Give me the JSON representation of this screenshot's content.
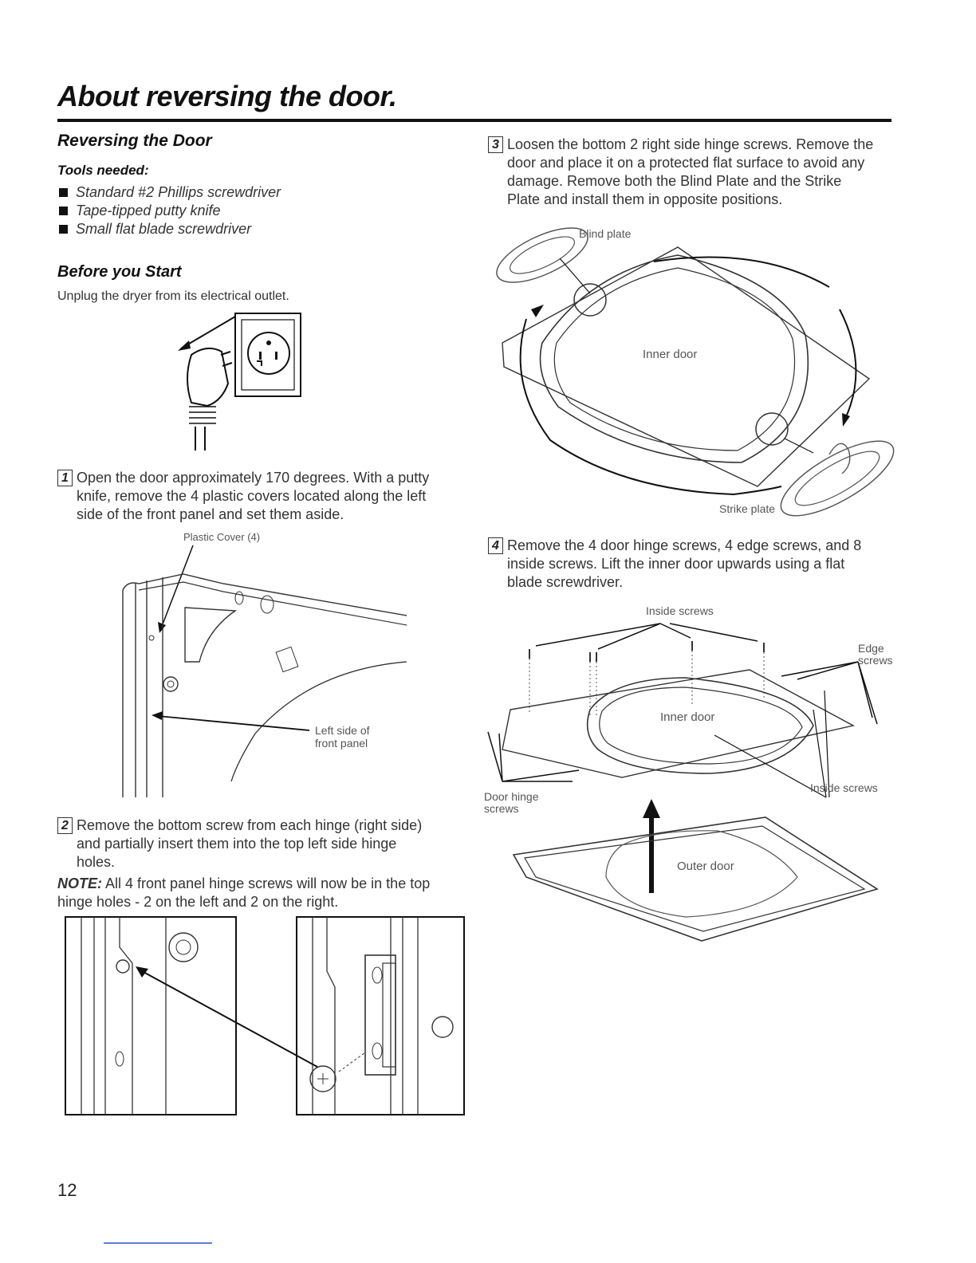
{
  "page_title": "About reversing the door.",
  "left": {
    "section_title": "Reversing the Door",
    "tools_heading": "Tools needed:",
    "tools": [
      "Standard #2 Phillips screwdriver",
      "Tape-tipped putty knife",
      "Small flat blade screwdriver"
    ],
    "before_heading": "Before you Start",
    "before_text": "Unplug the dryer from its electrical outlet.",
    "step1": {
      "number": "1",
      "lines": [
        "Open the door approximately 170 degrees. With a putty",
        "knife, remove the 4 plastic covers located along the left",
        "side of the front panel and set them aside."
      ]
    },
    "fig1": {
      "plastic_cover_label": "Plastic Cover (4)",
      "left_side_label_1": "Left side of",
      "left_side_label_2": "front panel"
    },
    "step2": {
      "number": "2",
      "lines": [
        "Remove the bottom screw from each hinge (right side)",
        "and partially insert them into the top left side hinge",
        "holes."
      ]
    },
    "note": {
      "label": "NOTE:",
      "line1": " All 4 front panel hinge screws will now be in the top",
      "line2": "hinge holes - 2 on the left and 2 on the right."
    }
  },
  "right": {
    "step3": {
      "number": "3",
      "lines": [
        "Loosen the bottom 2 right side hinge screws. Remove the",
        "door and place it on a protected flat surface to avoid any",
        "damage. Remove both the Blind Plate and the Strike",
        "Plate and install them in opposite positions."
      ]
    },
    "fig3": {
      "blind_plate": "Blind plate",
      "inner_door": "Inner door",
      "strike_plate": "Strike plate"
    },
    "step4": {
      "number": "4",
      "lines": [
        "Remove the 4 door hinge screws, 4 edge screws, and 8",
        "inside screws. Lift the inner door upwards using a flat",
        "blade screwdriver."
      ]
    },
    "fig4": {
      "inside_screws_top": "Inside screws",
      "edge_screws_1": "Edge",
      "edge_screws_2": "screws",
      "inner_door": "Inner door",
      "inside_screws_bottom": "Inside screws",
      "door_hinge_1": "Door hinge",
      "door_hinge_2": "screws",
      "outer_door": "Outer door"
    }
  },
  "page_number": "12"
}
